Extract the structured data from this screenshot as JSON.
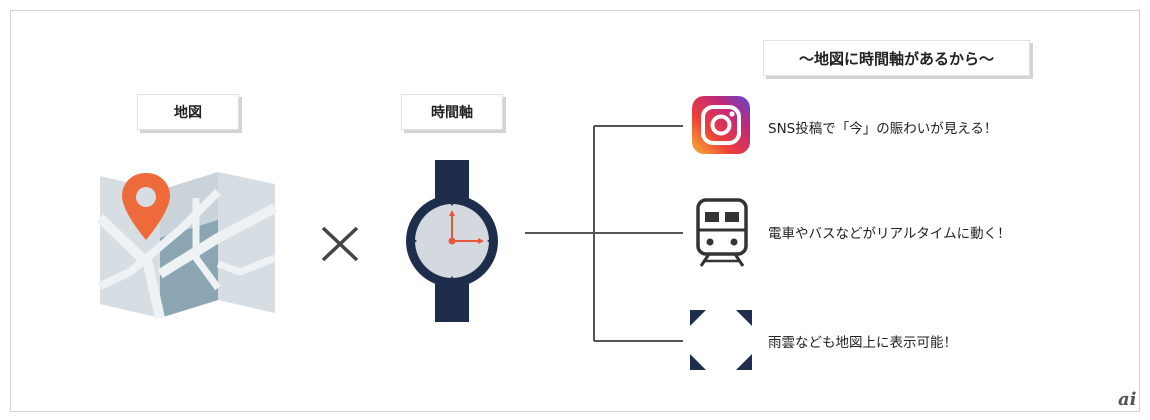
{
  "header": {
    "label": "～地図に時間軸があるから～"
  },
  "left": {
    "map_label": "地図",
    "time_label": "時間軸",
    "times_symbol": "×"
  },
  "features": [
    {
      "icon": "instagram-icon",
      "text": "SNS投稿で「今」の賑わいが見える！"
    },
    {
      "icon": "train-icon",
      "text": "電車やバスなどがリアルタイムに動く！"
    },
    {
      "icon": "weather-radar-icon",
      "text": "雨雲なども地図上に表示可能！"
    }
  ],
  "footer": {
    "logo": "ai"
  },
  "colors": {
    "pin": "#ee6a3a",
    "map_light": "#d6dde2",
    "map_mid": "#8aa5b4",
    "watch_band": "#1f2d4c",
    "watch_face": "#d2d8de",
    "hand": "#e9553a",
    "connector": "#555555"
  }
}
